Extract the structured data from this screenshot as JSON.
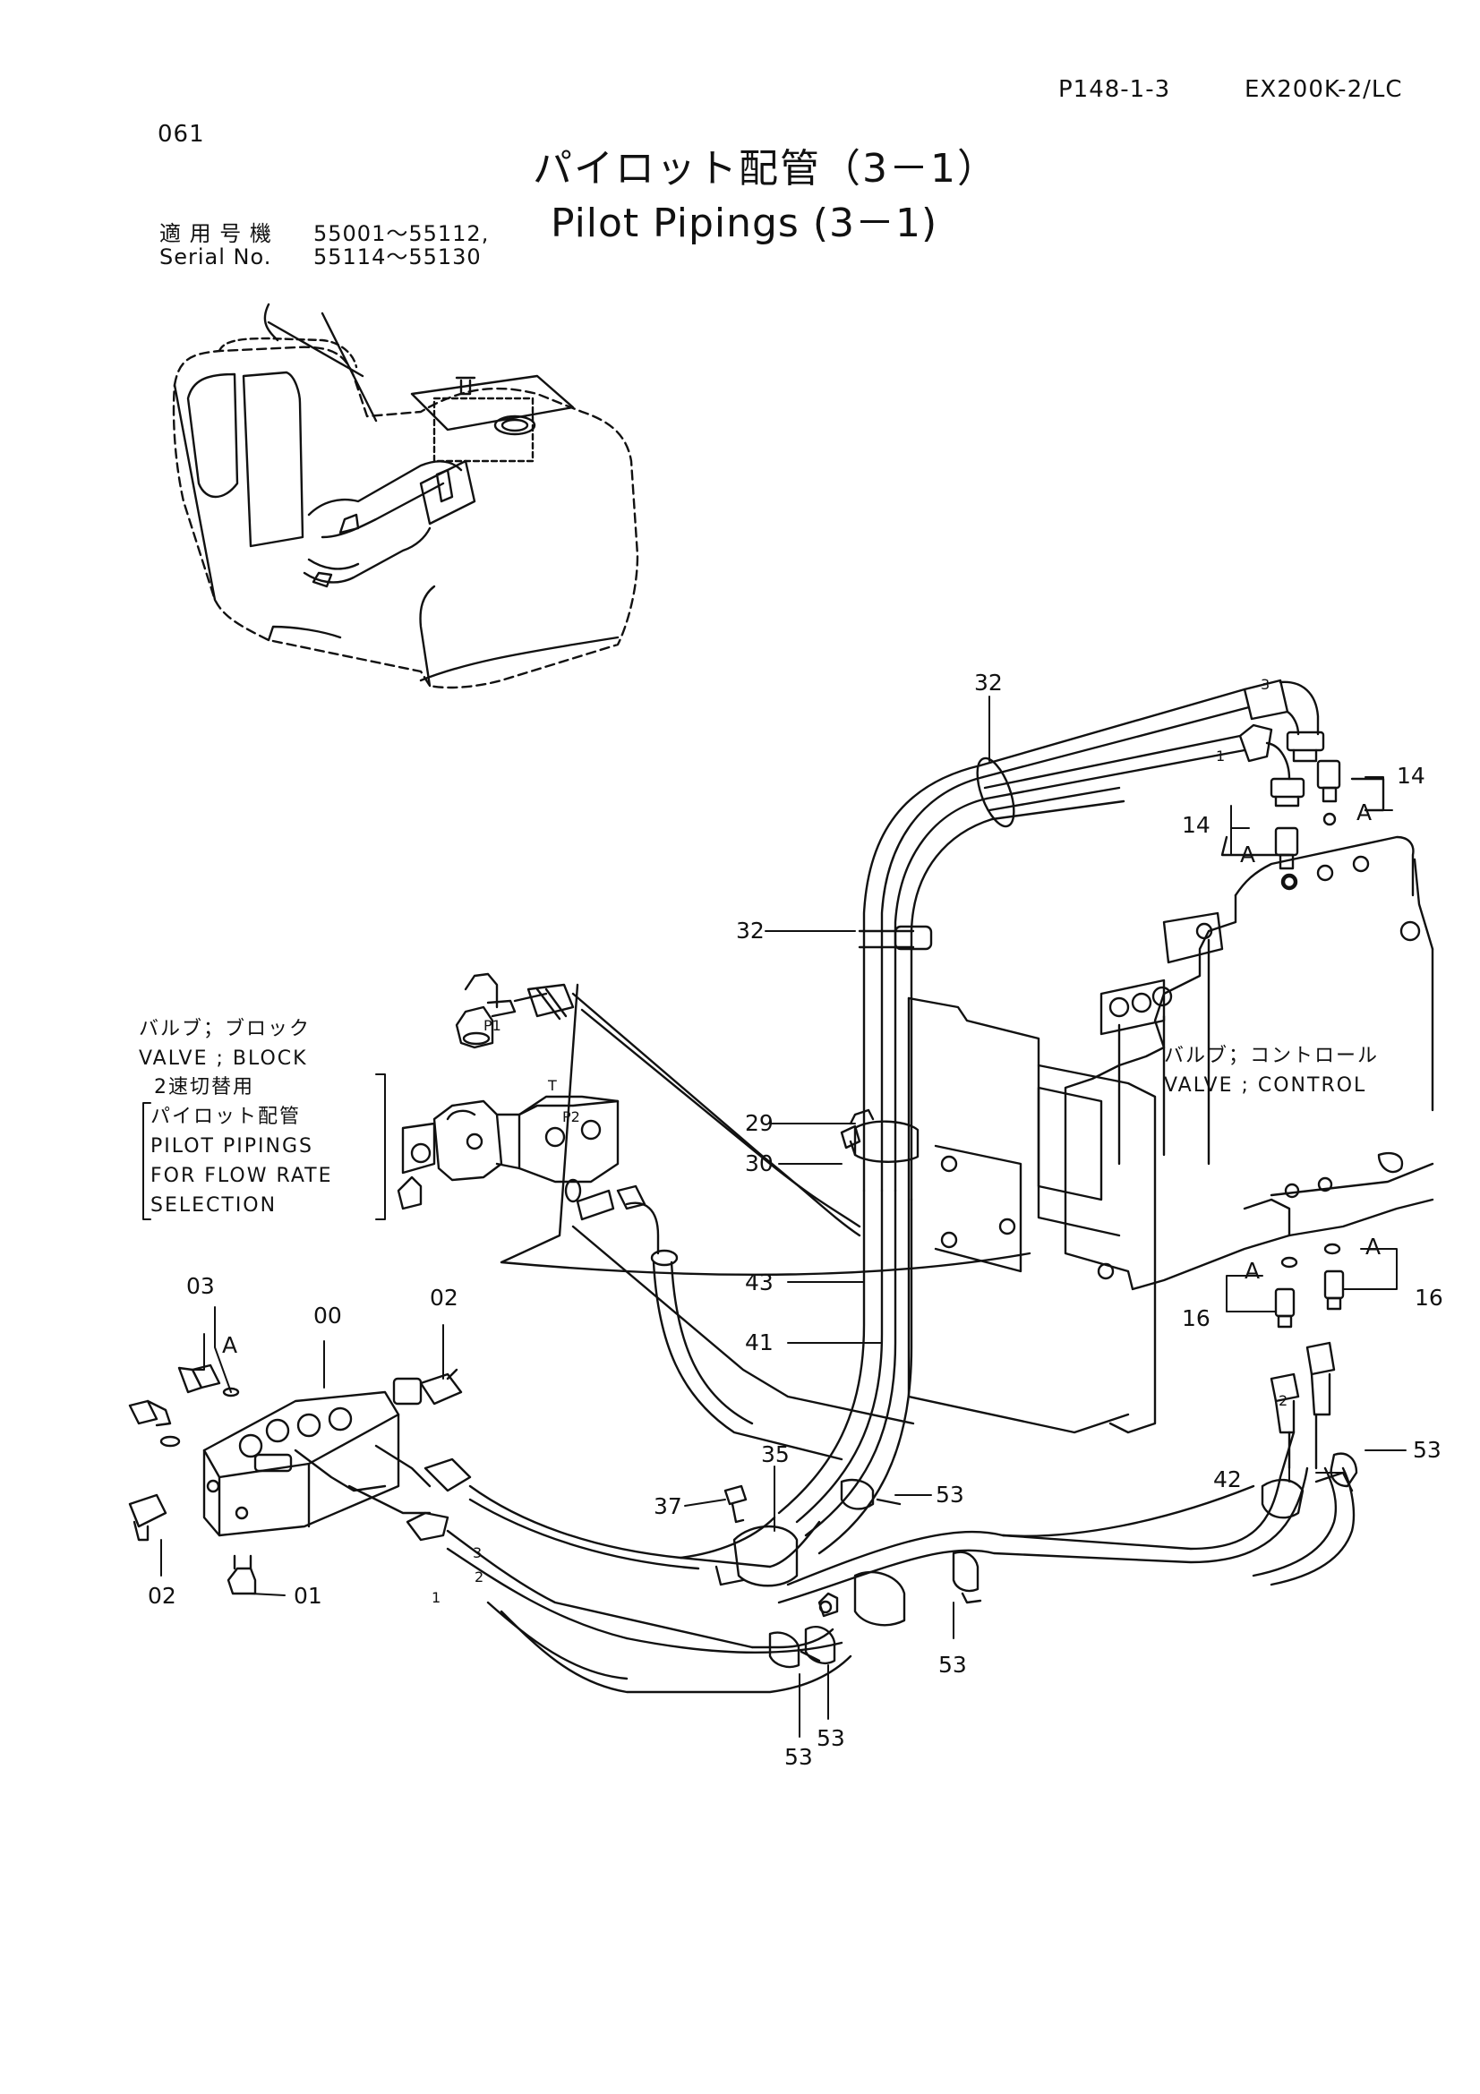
{
  "header": {
    "page_ref": "P148-1-3",
    "model": "EX200K-2/LC",
    "page_no": "061"
  },
  "title": {
    "japanese": "パイロット配管（3－1）",
    "english": "Pilot Pipings (3－1)"
  },
  "serial": {
    "label_jp": "適 用 号 機",
    "label_en": "Serial No.",
    "range1": "55001～55112,",
    "range2": "55114～55130"
  },
  "notes": {
    "block": [
      "バルブ；ブロック",
      "VALVE ; BLOCK",
      "2速切替用",
      "パイロット配管",
      "PILOT  PIPINGS",
      "FOR  FLOW  RATE",
      "SELECTION"
    ],
    "control": [
      "バルブ；コントロール",
      "VALVE ; CONTROL"
    ]
  },
  "callouts": {
    "c32a": "32",
    "c32b": "32",
    "c14a": "14",
    "c14b": "14",
    "cAa": "A",
    "cAb": "A",
    "cAc": "A",
    "cAd": "A",
    "cAe": "A",
    "c29": "29",
    "c30": "30",
    "c43": "43",
    "c41": "41",
    "c16a": "16",
    "c16b": "16",
    "c03": "03",
    "c00": "00",
    "c02a": "02",
    "c02b": "02",
    "c01": "01",
    "c35": "35",
    "c37": "37",
    "c42": "42",
    "c53a": "53",
    "c53b": "53",
    "c53c": "53",
    "c53d": "53",
    "c53e": "53"
  },
  "connector_marks": {
    "n1a": "1",
    "n2a": "2",
    "n3a": "3",
    "n3b": "3",
    "n1b": "1",
    "n2b": "2"
  },
  "port_labels": {
    "p1": "P1",
    "p2": "P2",
    "t": "T"
  }
}
